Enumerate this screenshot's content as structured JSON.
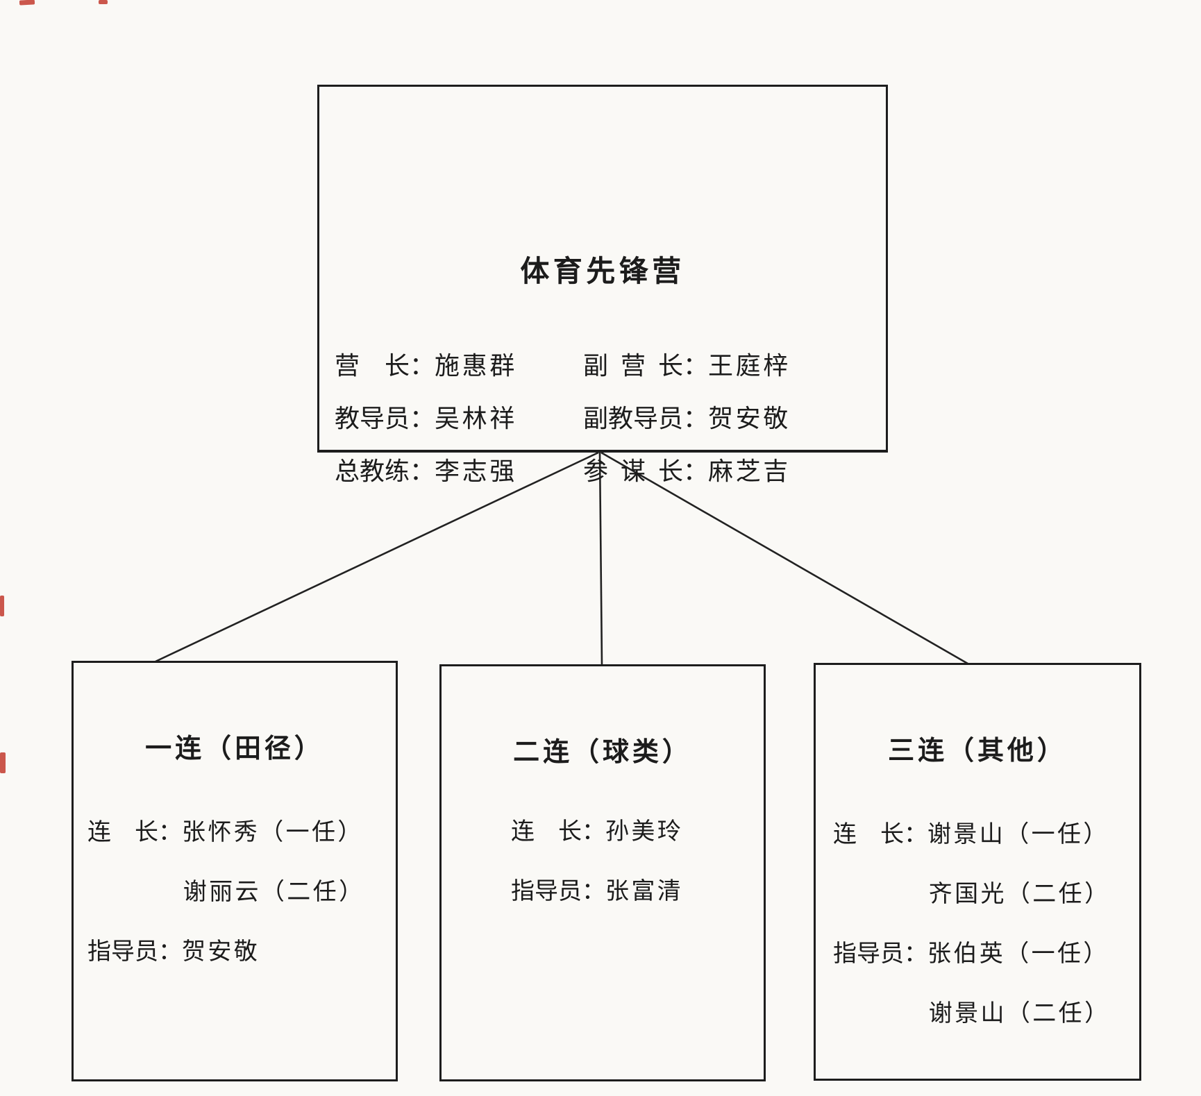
{
  "page": {
    "background": "#faf9f6",
    "ink": "#1c1c1c",
    "accent_red": "#c23b2e"
  },
  "punct": {
    "colon": "："
  },
  "top_box": {
    "title": "体育先锋营",
    "left_rows": [
      {
        "label": "营长",
        "name": "施惠群"
      },
      {
        "label": "教导员",
        "name": "吴林祥"
      },
      {
        "label": "总教练",
        "name": "李志强"
      }
    ],
    "right_rows": [
      {
        "label": "副营长",
        "name": "王庭梓"
      },
      {
        "label": "副教导员",
        "name": "贺安敬"
      },
      {
        "label": "参谋长",
        "name": "麻芝吉"
      }
    ]
  },
  "companies": [
    {
      "title": "一连（田径）",
      "rows": [
        {
          "label": "连长",
          "name": "张怀秀（一任）"
        },
        {
          "label": "",
          "name": "谢丽云（二任）"
        },
        {
          "label": "指导员",
          "name": "贺安敬"
        }
      ]
    },
    {
      "title": "二连（球类）",
      "rows": [
        {
          "label": "连长",
          "name": "孙美玲"
        },
        {
          "label": "指导员",
          "name": "张富清"
        }
      ]
    },
    {
      "title": "三连（其他）",
      "rows": [
        {
          "label": "连长",
          "name": "谢景山（一任）"
        },
        {
          "label": "",
          "name": "齐国光（二任）"
        },
        {
          "label": "指导员",
          "name": "张伯英（一任）"
        },
        {
          "label": "",
          "name": "谢景山（二任）"
        }
      ]
    }
  ]
}
